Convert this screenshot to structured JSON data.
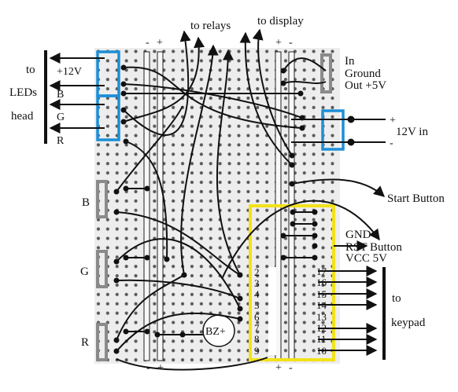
{
  "labels": {
    "to_relays": "to relays",
    "to_display": "to display",
    "to": "to",
    "leds": "LEDs",
    "head": "head",
    "plus12v": "+12V",
    "b": "B",
    "g": "G",
    "r": "R",
    "minus": "-",
    "plus": "+",
    "in": "In",
    "ground": "Ground",
    "out5v": "Out +5V",
    "plus_sign": "+",
    "minus_sign": "-",
    "v12_in": "12V in",
    "start_button": "Start Button",
    "gnd": "GND",
    "rst_button": "RST Button",
    "vcc5v": "VCC 5V",
    "keypad_to": "to",
    "keypad": "keypad",
    "bz": "BZ+",
    "pin_2": "2",
    "pin_3": "3",
    "pin_4": "4",
    "pin_5": "5",
    "pin_6": "6",
    "pin_7": "7",
    "pin_8": "8",
    "pin_9": "9",
    "pin_17": "17",
    "pin_16": "16",
    "pin_15": "15",
    "pin_14": "14",
    "pin_13": "13",
    "pin_12": "12",
    "pin_11": "11",
    "pin_10": "10"
  },
  "colors": {
    "board": "#ededed",
    "hole": "#5a5a5a",
    "highlight_blue": "#1d8fd6",
    "highlight_yellow": "#f2e21a",
    "connector_gray": "#8a8a8a",
    "wire": "#111111"
  }
}
